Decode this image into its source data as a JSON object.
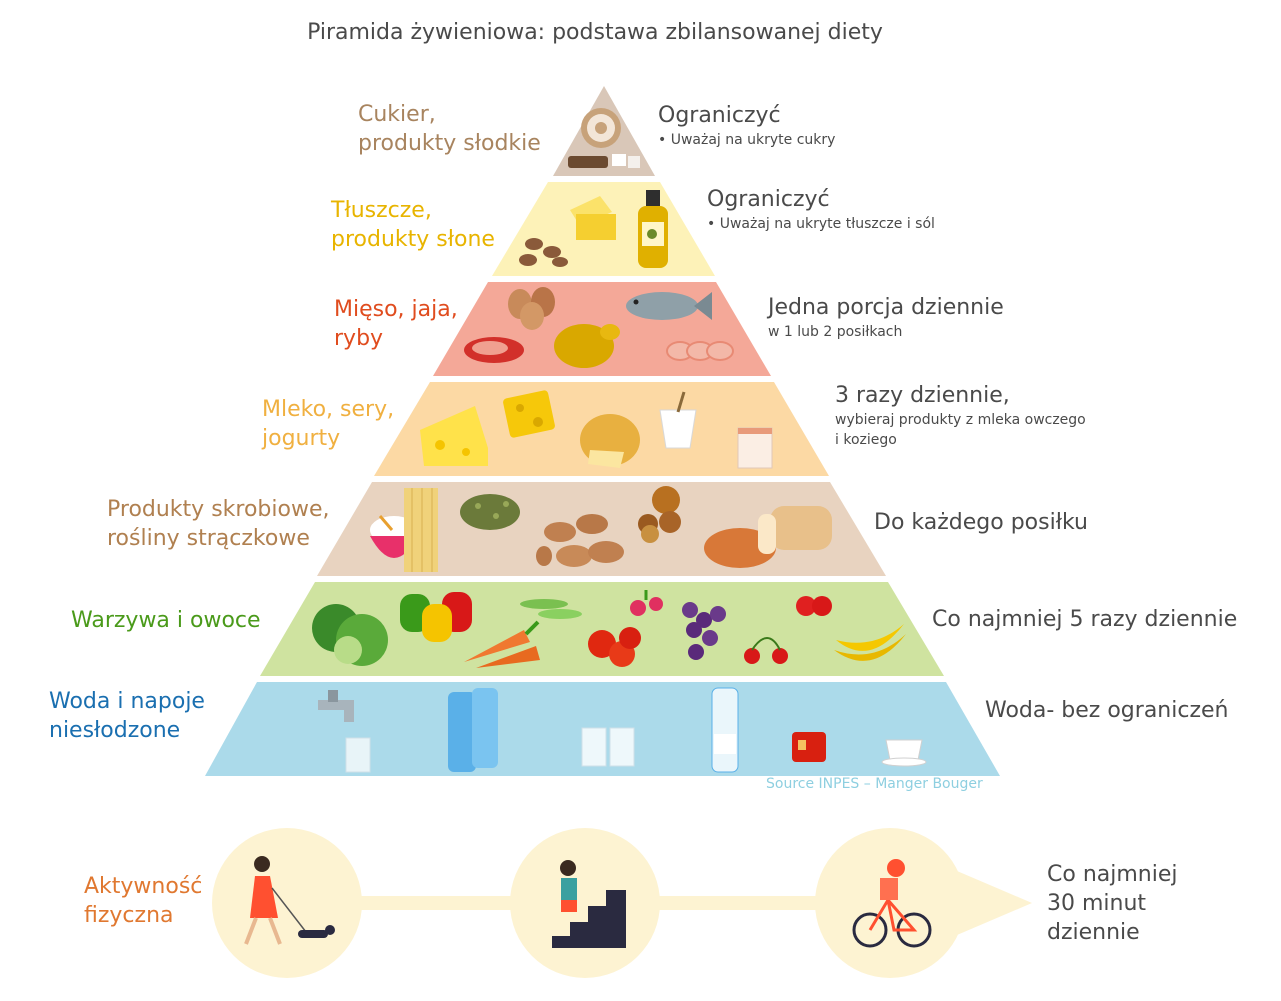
{
  "title": "Piramida żywieniowa: podstawa zbilansowanej diety",
  "colors": {
    "sugar": "#a8845f",
    "fats": "#e8b400",
    "meat": "#e04c1e",
    "dairy": "#f0b040",
    "starch": "#b08050",
    "veg": "#4a9a1a",
    "water": "#1a6fb0",
    "activity": "#e07830",
    "tier_sugar": "#d9c7b8",
    "tier_fats": "#fdf2b8",
    "tier_meat": "#f4a898",
    "tier_dairy": "#fcd9a4",
    "tier_starch": "#e8d3c0",
    "tier_veg": "#cfe3a0",
    "tier_water": "#abdaea",
    "circle": "#fdf3d2"
  },
  "tiers": [
    {
      "label": "Cukier,\nprodukty słodkie",
      "heading": "Ograniczyć",
      "note": "• Uważaj na ukryte cukry"
    },
    {
      "label": "Tłuszcze,\nprodukty słone",
      "heading": "Ograniczyć",
      "note": "• Uważaj na ukryte tłuszcze i sól"
    },
    {
      "label": "Mięso, jaja,\nryby",
      "heading": "Jedna porcja dziennie",
      "note": "w 1 lub 2 posiłkach"
    },
    {
      "label": "Mleko, sery,\njogurty",
      "heading": "3 razy dziennie,",
      "note": "wybieraj produkty z mleka owczego\ni koziego"
    },
    {
      "label": "Produkty skrobiowe,\nrośliny strączkowe",
      "heading": "Do każdego posiłku",
      "note": ""
    },
    {
      "label": "Warzywa i owoce",
      "heading": "Co najmniej 5 razy dziennie",
      "note": ""
    },
    {
      "label": "Woda i napoje\nniesłodzone",
      "heading": "Woda- bez ograniczeń",
      "note": ""
    }
  ],
  "source": "Source INPES – Manger Bouger",
  "activity": {
    "label": "Aktywność\nfizyczna",
    "text": "Co najmniej\n30 minut\ndziennie",
    "icons": [
      "walking-dog-icon",
      "stairs-climbing-icon",
      "cycling-icon"
    ]
  }
}
